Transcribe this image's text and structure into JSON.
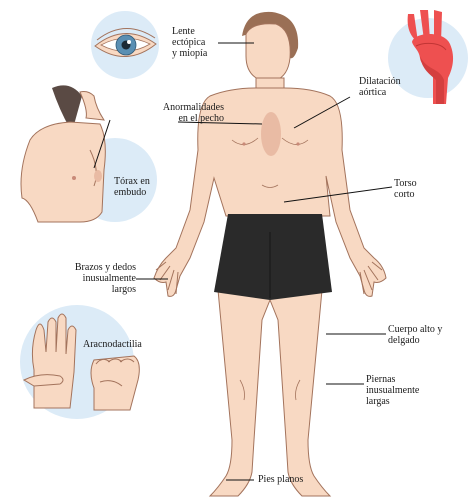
{
  "labels": {
    "lente": "Lente\nectópica\ny miopía",
    "dilatacion": "Dilatación\naórtica",
    "anormalidades": "Anormalidades\nen el pecho",
    "torax": "Tórax en\nembudo",
    "torso": "Torso\ncorto",
    "brazos": "Brazos y dedos\ninusualmente\nlargos",
    "cuerpo": "Cuerpo alto y\ndelgado",
    "aracnodactilia": "Aracnodactilia",
    "piernas": "Piernas\ninusualmente\nlargas",
    "pies": "Pies planos"
  },
  "colors": {
    "skin": "#f8d9c3",
    "skin_line": "#a3735c",
    "circle_bg": "#dcebf7",
    "hair": "#9a6f55",
    "shorts": "#2a2a2a",
    "aorta": "#ee5050",
    "iris": "#5a8fb3",
    "leader_line": "#111111"
  }
}
